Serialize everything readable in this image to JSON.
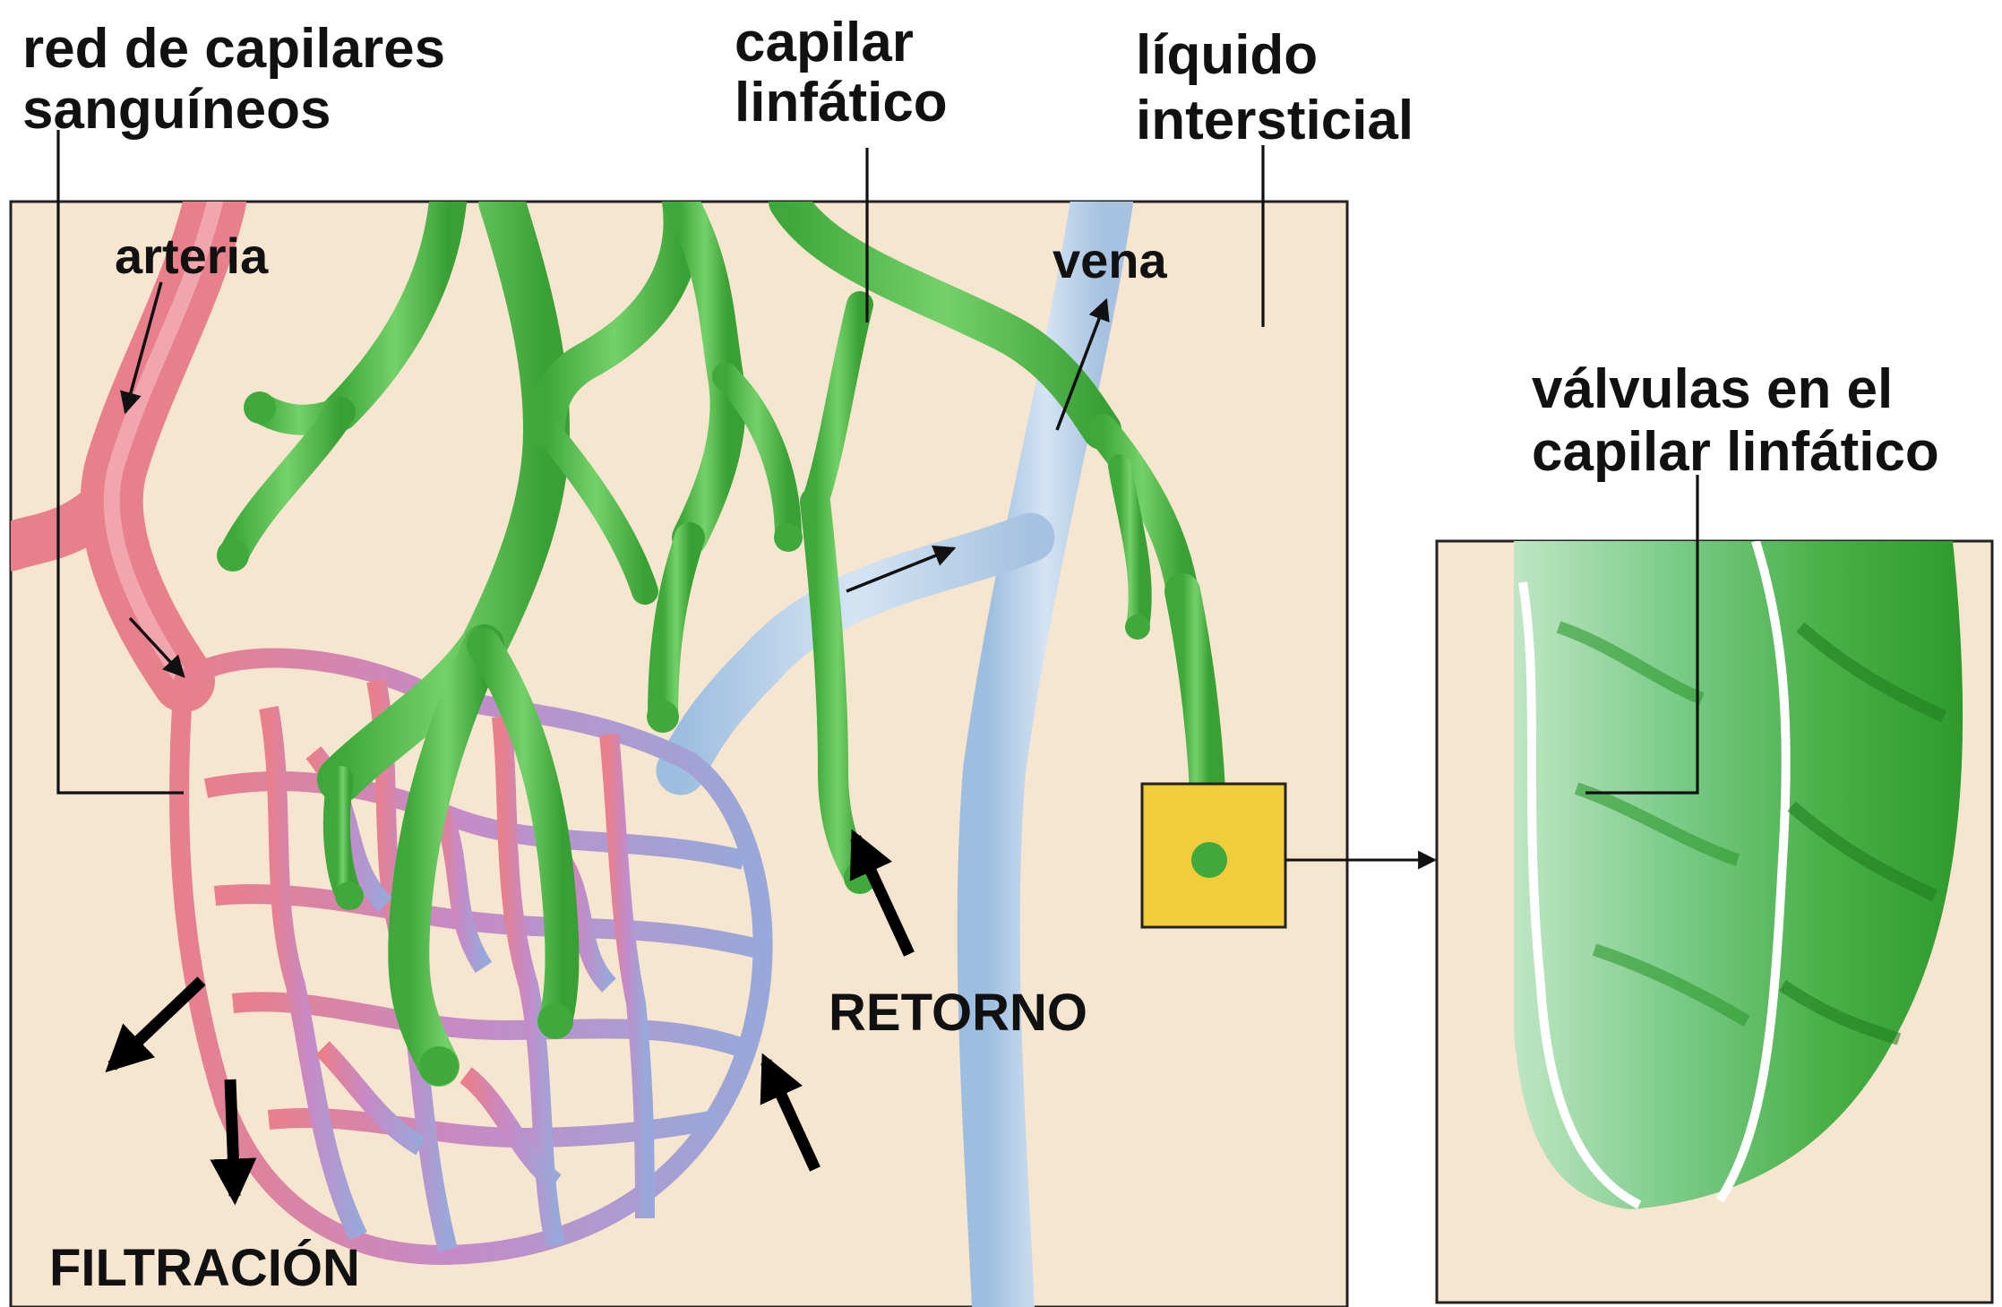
{
  "labels": {
    "red_capilares_1": "red de capilares",
    "red_capilares_2": "sanguíneos",
    "capilar_linfatico_1": "capilar",
    "capilar_linfatico_2": "linfático",
    "liquido_1": "líquido",
    "liquido_2": "intersticial",
    "arteria": "arteria",
    "vena": "vena",
    "valvulas_1": "válvulas en el",
    "valvulas_2": "capilar linfático",
    "retorno": "RETORNO",
    "filtracion": "FILTRACIÓN"
  },
  "colors": {
    "tissue_background": "#f7e6cf",
    "artery": "#e8808c",
    "vein": "#bcd3ea",
    "capillary_mix": "#b98ac8",
    "lymphatic": "#5cc252",
    "lymphatic_dark": "#2f8f2b",
    "highlight_box": "#f1cd3c",
    "detail_lymphatic": "#7dc98a"
  },
  "icons": [
    "thin-flow-arrow",
    "thick-flow-arrow",
    "connector-arrow"
  ]
}
